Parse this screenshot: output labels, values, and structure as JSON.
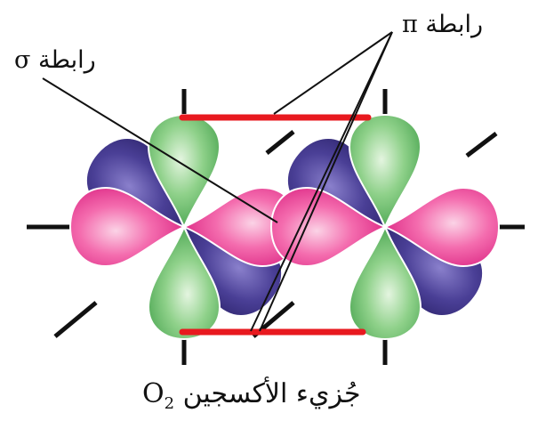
{
  "labels": {
    "pi_bond": "رابطة π",
    "sigma_bond": "رابطة σ",
    "molecule_text": "جُزيء الأكسجين O",
    "molecule_subscript": "2"
  },
  "colors": {
    "green_lobe": "#6cc36c",
    "purple_lobe": "#4a3f96",
    "pink_lobe": "#ee3f93",
    "pi_bond_line": "#e8191f",
    "axis": "#111111"
  }
}
